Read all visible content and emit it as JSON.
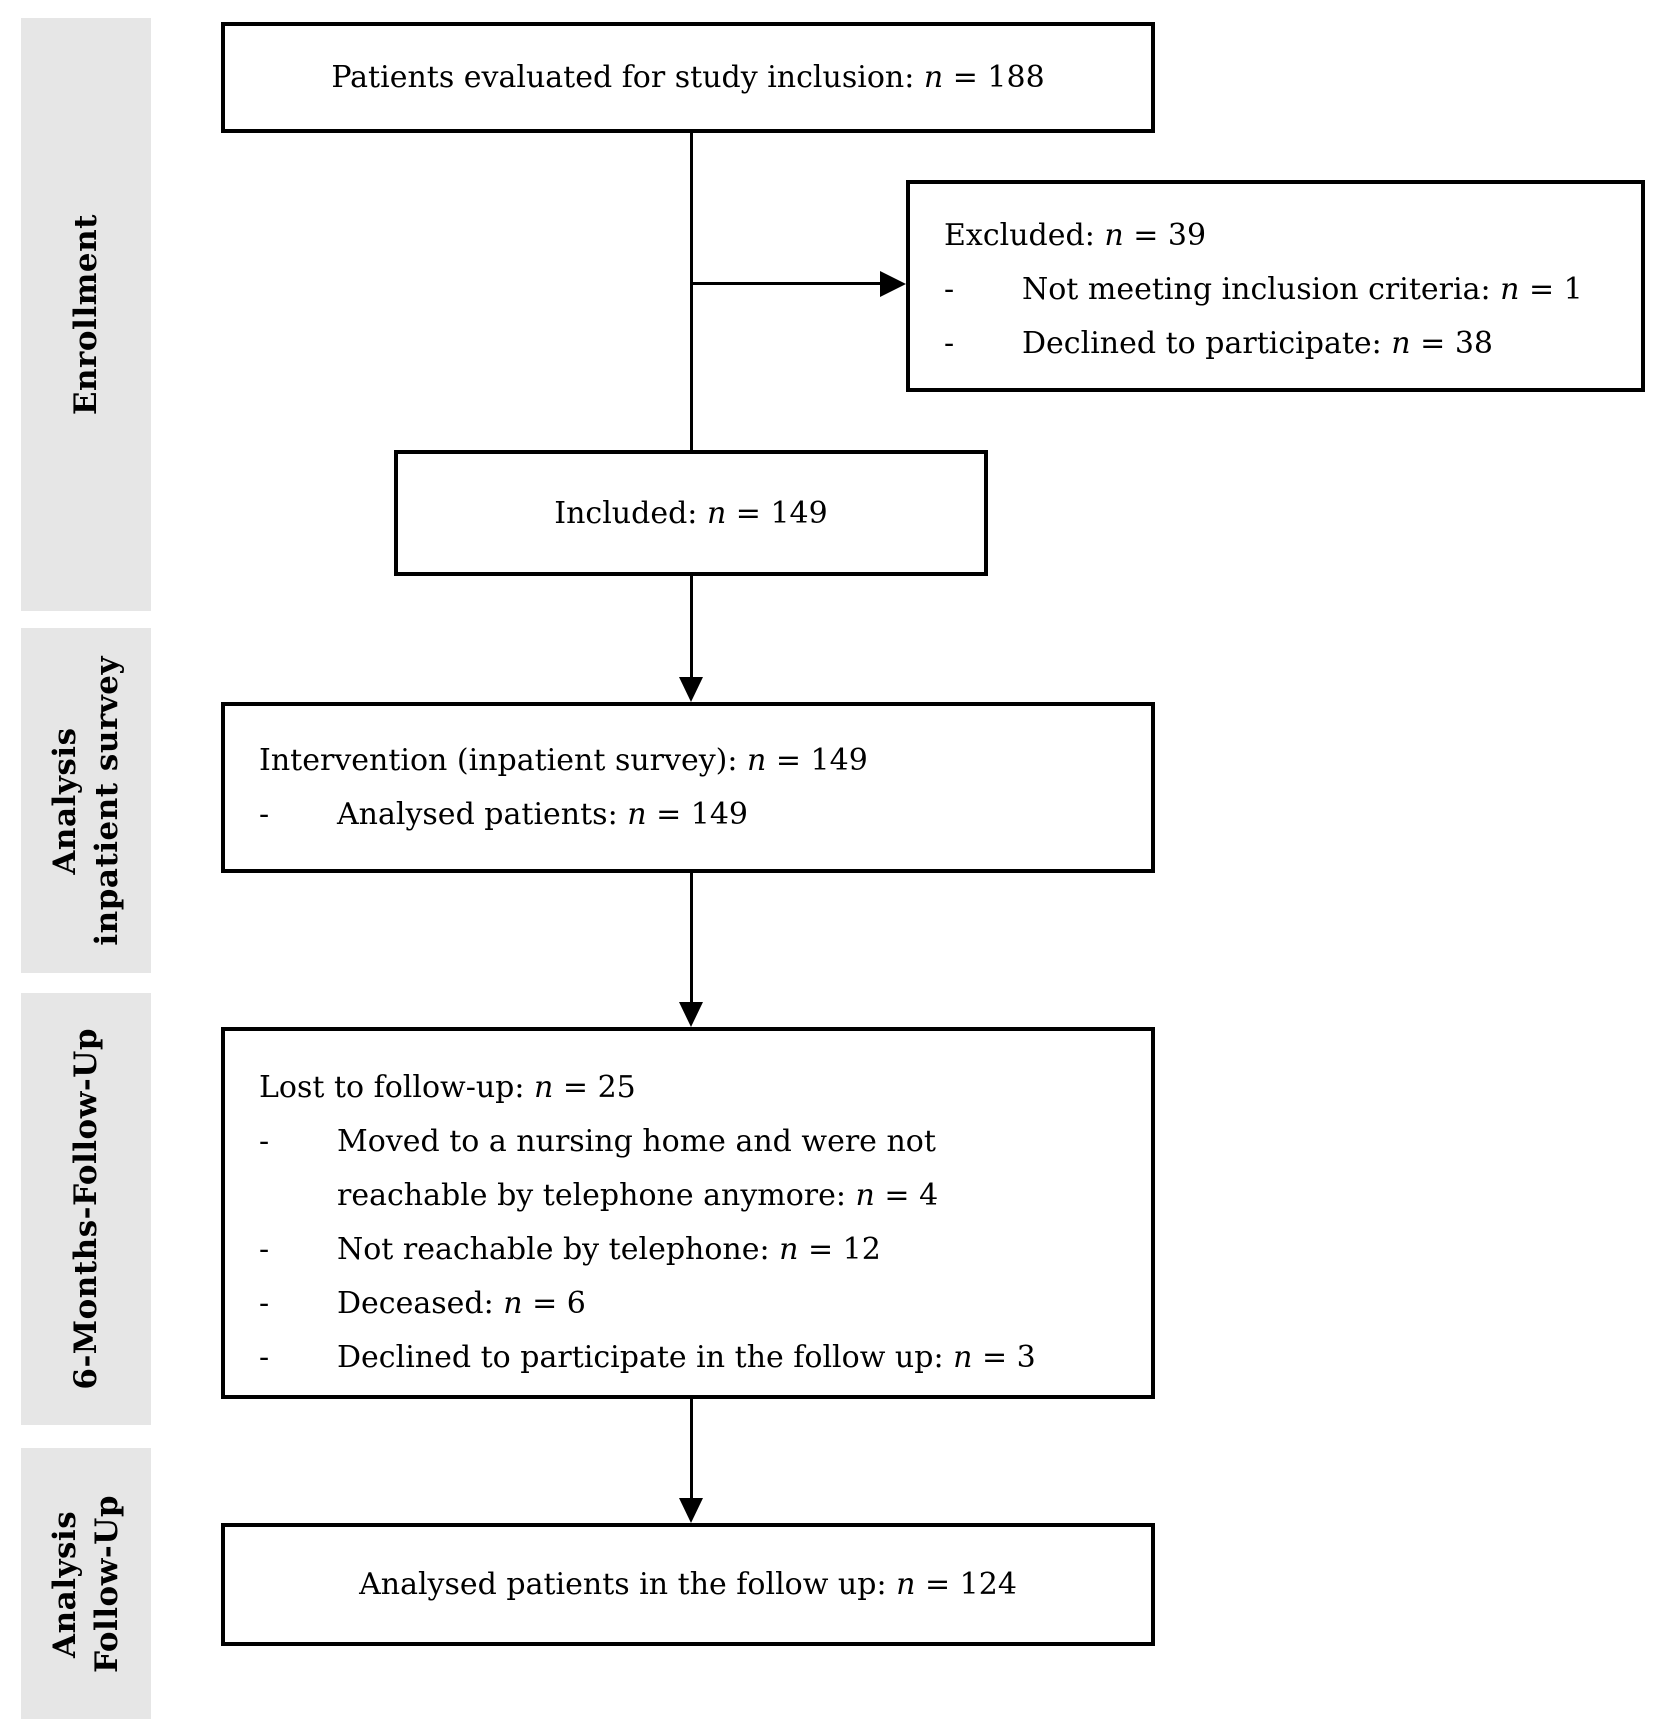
{
  "diagram": {
    "bullet_marker": "-",
    "sidebar": {
      "stages": [
        {
          "id": "enrollment",
          "label": "Enrollment"
        },
        {
          "id": "analysis-inpatient-survey",
          "label": "Analysis\ninpatient survey"
        },
        {
          "id": "six-months-follow-up",
          "label": "6-Months-Follow-Up"
        },
        {
          "id": "analysis-follow-up",
          "label": "Analysis\nFollow-Up"
        }
      ]
    },
    "boxes": {
      "evaluated": {
        "text": "Patients evaluated for study inclusion: n = 188"
      },
      "excluded": {
        "title": "Excluded: n = 39",
        "items": [
          "Not meeting inclusion criteria: n = 1",
          "Declined to participate: n = 38"
        ]
      },
      "included": {
        "text": "Included: n = 149"
      },
      "intervention": {
        "title": "Intervention (inpatient survey): n = 149",
        "items": [
          "Analysed patients: n = 149"
        ]
      },
      "lost_to_follow_up": {
        "title": "Lost to follow-up: n = 25",
        "items": [
          "Moved to a nursing home and were not\nreachable by telephone anymore: n = 4",
          "Not reachable by telephone: n = 12",
          "Deceased: n = 6",
          "Declined to participate in the follow up: n = 3"
        ]
      },
      "analysed_follow_up": {
        "text": "Analysed patients in the follow up: n = 124"
      }
    },
    "colors": {
      "box_border": "#000000",
      "sidebar_bg": "#e6e6e6",
      "background": "#ffffff",
      "text": "#000000"
    }
  }
}
